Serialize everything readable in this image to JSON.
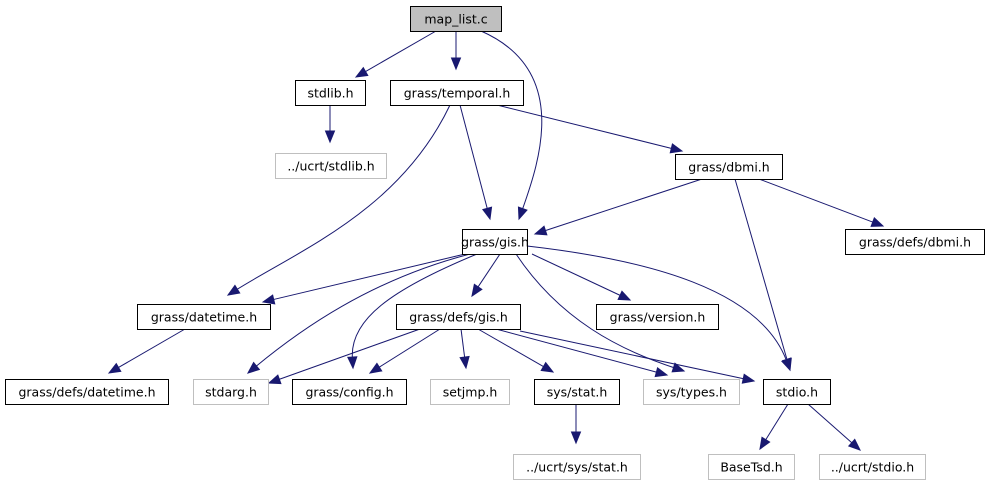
{
  "diagram": {
    "title": "map_list.c",
    "type": "include-dependency-graph",
    "colors": {
      "edge": "#191970",
      "root_fill": "#bfbfbf",
      "node_border": "#000000",
      "external_border": "#bfbfbf"
    },
    "nodes": [
      {
        "id": "map_list_c",
        "label": "map_list.c",
        "kind": "root"
      },
      {
        "id": "stdlib_h",
        "label": "stdlib.h",
        "kind": "normal"
      },
      {
        "id": "grass_temporal_h",
        "label": "grass/temporal.h",
        "kind": "normal"
      },
      {
        "id": "ucrt_stdlib_h",
        "label": "../ucrt/stdlib.h",
        "kind": "external"
      },
      {
        "id": "grass_dbmi_h",
        "label": "grass/dbmi.h",
        "kind": "normal"
      },
      {
        "id": "grass_gis_h",
        "label": "grass/gis.h",
        "kind": "normal"
      },
      {
        "id": "grass_defs_dbmi_h",
        "label": "grass/defs/dbmi.h",
        "kind": "normal"
      },
      {
        "id": "grass_datetime_h",
        "label": "grass/datetime.h",
        "kind": "normal"
      },
      {
        "id": "grass_defs_gis_h",
        "label": "grass/defs/gis.h",
        "kind": "normal"
      },
      {
        "id": "grass_version_h",
        "label": "grass/version.h",
        "kind": "normal"
      },
      {
        "id": "grass_defs_datetime_h",
        "label": "grass/defs/datetime.h",
        "kind": "normal"
      },
      {
        "id": "stdarg_h",
        "label": "stdarg.h",
        "kind": "external"
      },
      {
        "id": "grass_config_h",
        "label": "grass/config.h",
        "kind": "normal"
      },
      {
        "id": "setjmp_h",
        "label": "setjmp.h",
        "kind": "external"
      },
      {
        "id": "sys_stat_h",
        "label": "sys/stat.h",
        "kind": "normal"
      },
      {
        "id": "sys_types_h",
        "label": "sys/types.h",
        "kind": "external"
      },
      {
        "id": "stdio_h",
        "label": "stdio.h",
        "kind": "normal"
      },
      {
        "id": "ucrt_sys_stat_h",
        "label": "../ucrt/sys/stat.h",
        "kind": "external"
      },
      {
        "id": "basetsd_h",
        "label": "BaseTsd.h",
        "kind": "external"
      },
      {
        "id": "ucrt_stdio_h",
        "label": "../ucrt/stdio.h",
        "kind": "external"
      }
    ],
    "edges": [
      {
        "from": "map_list_c",
        "to": "stdlib_h"
      },
      {
        "from": "map_list_c",
        "to": "grass_temporal_h"
      },
      {
        "from": "map_list_c",
        "to": "grass_gis_h"
      },
      {
        "from": "stdlib_h",
        "to": "ucrt_stdlib_h"
      },
      {
        "from": "grass_temporal_h",
        "to": "grass_datetime_h"
      },
      {
        "from": "grass_temporal_h",
        "to": "grass_gis_h"
      },
      {
        "from": "grass_temporal_h",
        "to": "grass_dbmi_h"
      },
      {
        "from": "grass_dbmi_h",
        "to": "grass_gis_h"
      },
      {
        "from": "grass_dbmi_h",
        "to": "grass_defs_dbmi_h"
      },
      {
        "from": "grass_dbmi_h",
        "to": "stdio_h"
      },
      {
        "from": "grass_gis_h",
        "to": "grass_datetime_h"
      },
      {
        "from": "grass_gis_h",
        "to": "stdarg_h"
      },
      {
        "from": "grass_gis_h",
        "to": "grass_config_h"
      },
      {
        "from": "grass_gis_h",
        "to": "grass_defs_gis_h"
      },
      {
        "from": "grass_gis_h",
        "to": "sys_types_h"
      },
      {
        "from": "grass_gis_h",
        "to": "grass_version_h"
      },
      {
        "from": "grass_gis_h",
        "to": "stdio_h"
      },
      {
        "from": "grass_datetime_h",
        "to": "grass_defs_datetime_h"
      },
      {
        "from": "grass_defs_gis_h",
        "to": "stdarg_h"
      },
      {
        "from": "grass_defs_gis_h",
        "to": "grass_config_h"
      },
      {
        "from": "grass_defs_gis_h",
        "to": "setjmp_h"
      },
      {
        "from": "grass_defs_gis_h",
        "to": "sys_stat_h"
      },
      {
        "from": "grass_defs_gis_h",
        "to": "sys_types_h"
      },
      {
        "from": "grass_defs_gis_h",
        "to": "stdio_h"
      },
      {
        "from": "sys_stat_h",
        "to": "ucrt_sys_stat_h"
      },
      {
        "from": "stdio_h",
        "to": "basetsd_h"
      },
      {
        "from": "stdio_h",
        "to": "ucrt_stdio_h"
      }
    ]
  }
}
